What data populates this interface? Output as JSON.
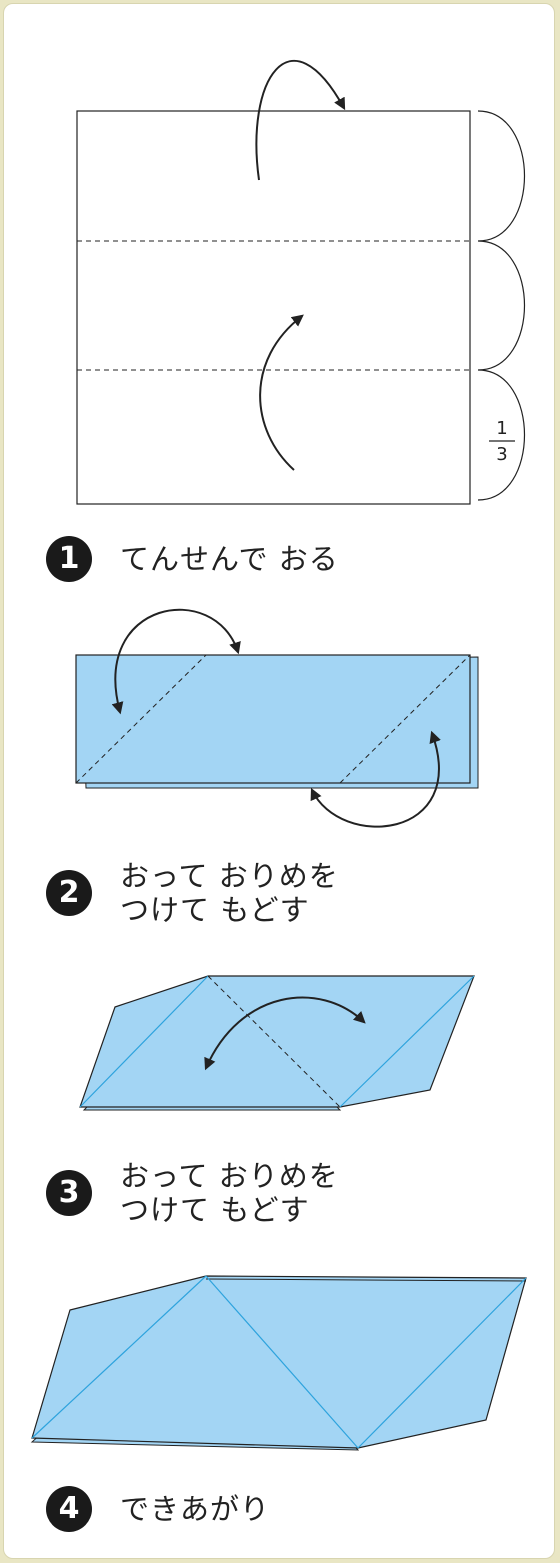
{
  "colors": {
    "paper_blue": "#a3d5f4",
    "crease_blue": "#2ea3dd",
    "line": "#222222",
    "page_background": "#e9e6c4",
    "card_background": "#ffffff"
  },
  "step1": {
    "number": "1",
    "caption": "てんせんで おる",
    "fraction_numerator": "1",
    "fraction_denominator": "3"
  },
  "step2": {
    "number": "2",
    "caption_line1": "おって おりめを",
    "caption_line2": "つけて もどす"
  },
  "step3": {
    "number": "3",
    "caption_line1": "おって おりめを",
    "caption_line2": "つけて もどす"
  },
  "step4": {
    "number": "4",
    "caption": "できあがり"
  }
}
